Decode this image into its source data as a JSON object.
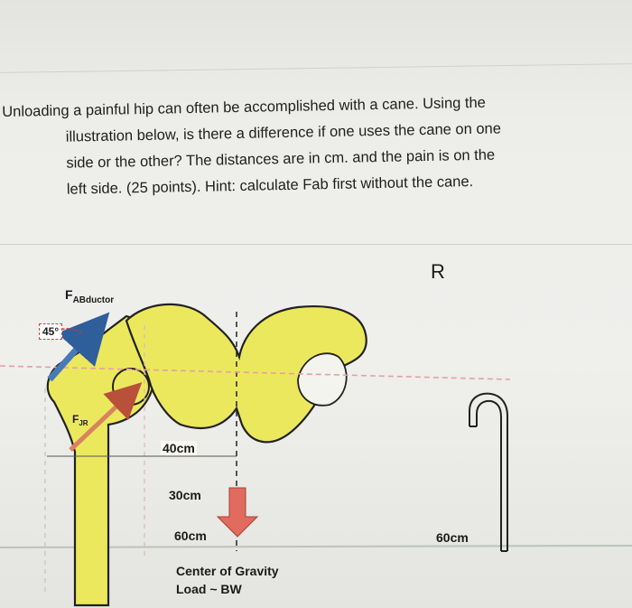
{
  "question": {
    "lines": [
      "Unloading a painful hip can often be accomplished with a cane.  Using the",
      "illustration below, is there a difference if one uses the cane on one",
      "side or the other?  The distances are in cm. and the pain is on the",
      "left side.  (25 points).  Hint:  calculate Fab first without  the cane."
    ]
  },
  "diagram": {
    "side_label": "R",
    "abductor_label_main": "F",
    "abductor_label_sub": "ABductor",
    "angle_label": "45°",
    "jr_label_main": "F",
    "jr_label_sub": "JR",
    "dist_40": "40cm",
    "dist_30": "30cm",
    "dist_60_left": "60cm",
    "dist_60_right": "60cm",
    "cog_line1": "Center of Gravity",
    "cog_line2": "Load ~ BW",
    "colors": {
      "bone": "#eaea5a",
      "abductor_arrow": "#4a79b8",
      "jr_arrow": "#d9825f",
      "gravity_arrow": "#e06c5f",
      "dashed_red": "#e6a2a2"
    }
  }
}
